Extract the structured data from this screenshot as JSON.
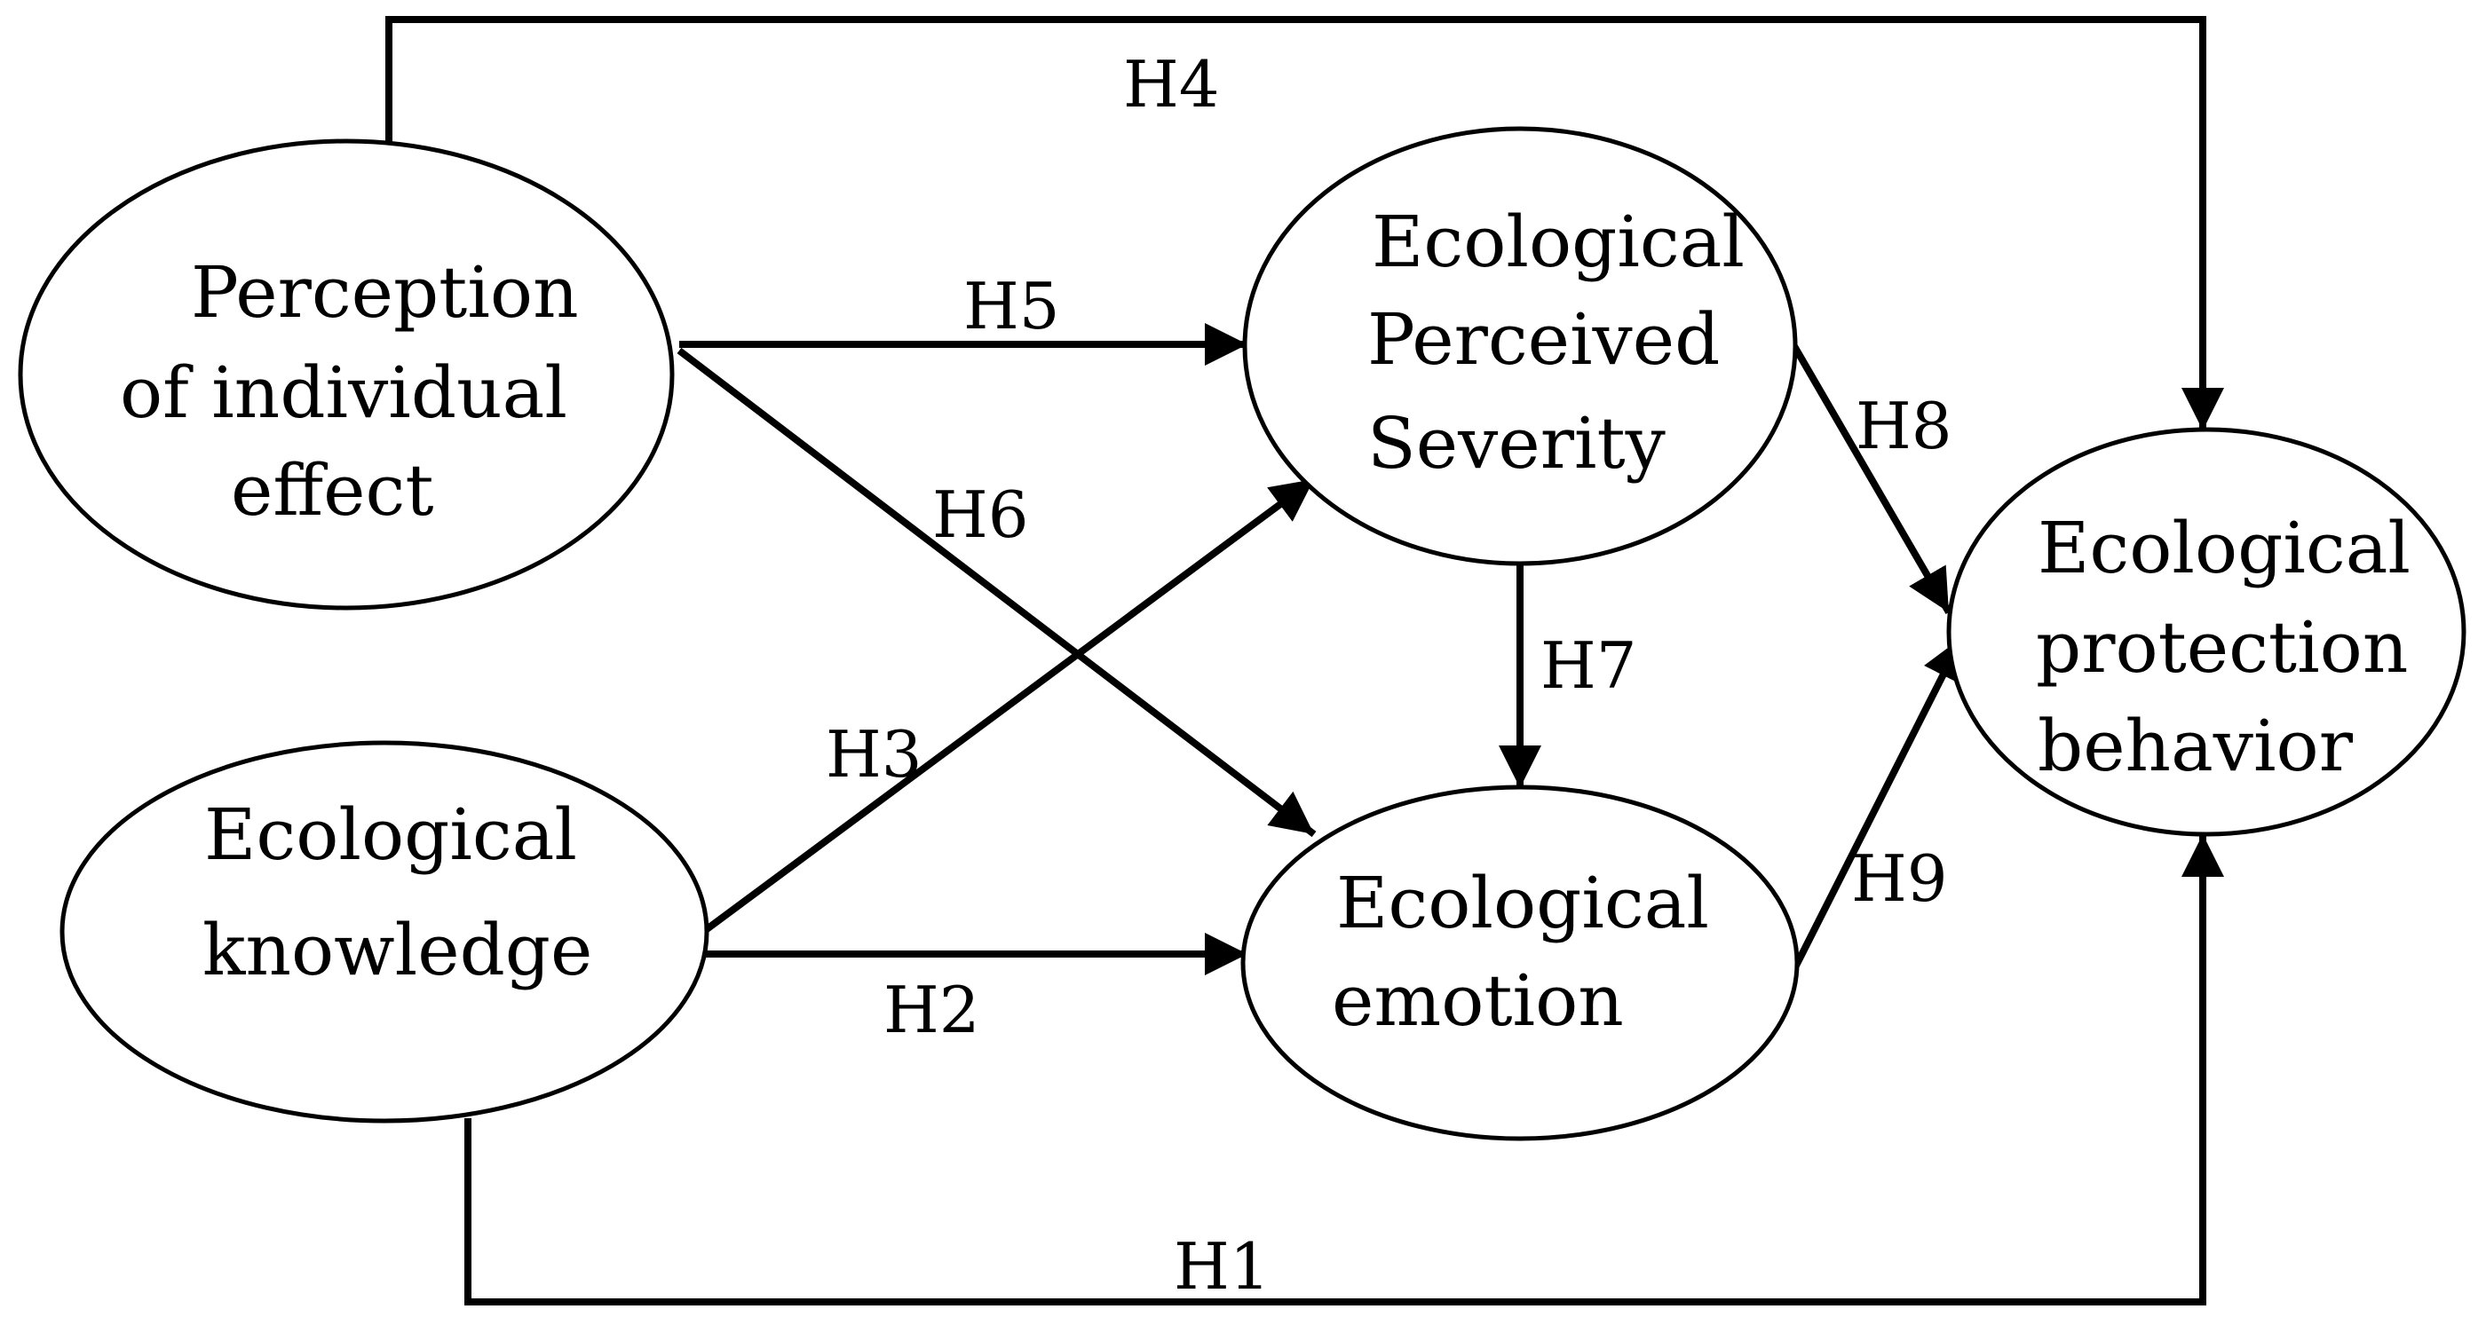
{
  "colors": {
    "stroke": "#000000",
    "background": "#ffffff"
  },
  "nodes": {
    "perception": {
      "lines": [
        "Perception",
        "of  individual",
        "effect"
      ]
    },
    "knowledge": {
      "lines": [
        "Ecological",
        "knowledge"
      ]
    },
    "severity": {
      "lines": [
        "Ecological",
        "Perceived",
        "Severity"
      ]
    },
    "emotion": {
      "lines": [
        "Ecological",
        "emotion"
      ]
    },
    "behavior": {
      "lines": [
        "Ecological",
        "protection",
        "behavior"
      ]
    }
  },
  "edges": [
    {
      "id": "h1",
      "label": "H1",
      "from": "knowledge",
      "to": "behavior"
    },
    {
      "id": "h2",
      "label": "H2",
      "from": "knowledge",
      "to": "emotion"
    },
    {
      "id": "h3",
      "label": "H3",
      "from": "knowledge",
      "to": "severity"
    },
    {
      "id": "h4",
      "label": "H4",
      "from": "perception",
      "to": "behavior"
    },
    {
      "id": "h5",
      "label": "H5",
      "from": "perception",
      "to": "severity"
    },
    {
      "id": "h6",
      "label": "H6",
      "from": "perception",
      "to": "emotion"
    },
    {
      "id": "h7",
      "label": "H7",
      "from": "severity",
      "to": "emotion"
    },
    {
      "id": "h8",
      "label": "H8",
      "from": "severity",
      "to": "behavior"
    },
    {
      "id": "h9",
      "label": "H9",
      "from": "emotion",
      "to": "behavior"
    }
  ]
}
